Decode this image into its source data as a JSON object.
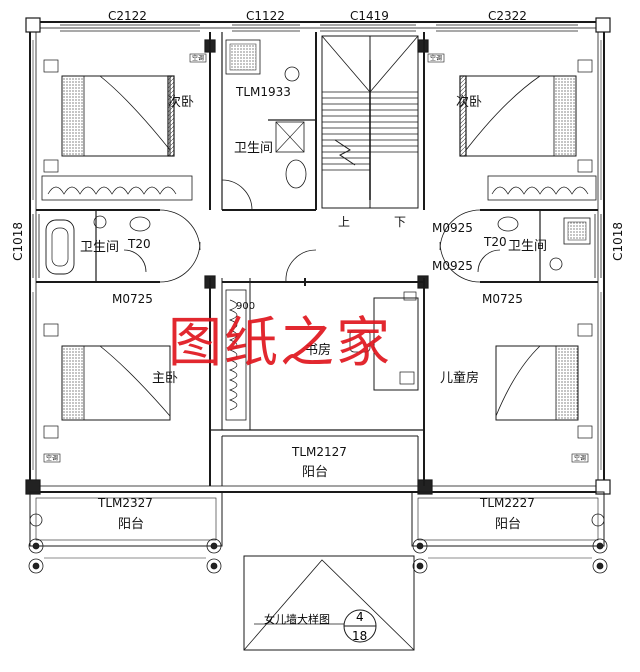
{
  "windows": {
    "top_left": "C2122",
    "top_mid_left": "C1122",
    "top_mid": "C1419",
    "top_right": "C2322",
    "side_left": "C1018",
    "side_right": "C1018"
  },
  "doors": {
    "bath_slider": "TLM1933",
    "balcony_center": "TLM2127",
    "balcony_left": "TLM2327",
    "balcony_right": "TLM2227",
    "master_door": "M0725",
    "child_door": "M0725",
    "right_bath_door_1": "M0925",
    "right_bath_door_2": "M0925",
    "left_bath_door": "T20",
    "right_bath_door_small": "T20",
    "closet_code": "900"
  },
  "rooms": {
    "second_bed_left": "次卧",
    "second_bed_right": "次卧",
    "bath_center": "卫生间",
    "bath_left": "卫生间",
    "bath_right": "卫生间",
    "master": "主卧",
    "study": "书房",
    "child": "儿童房",
    "balcony_center": "阳台",
    "balcony_left": "阳台",
    "balcony_right": "阳台"
  },
  "stairs": {
    "up": "上",
    "down": "下"
  },
  "ac_label": "空调",
  "detail": {
    "title": "女儿墙大样图",
    "num": "4",
    "sheet": "18"
  },
  "watermark": "图纸之家",
  "colors": {
    "line": "#1a1a1a",
    "watermark": "#e0161e"
  }
}
